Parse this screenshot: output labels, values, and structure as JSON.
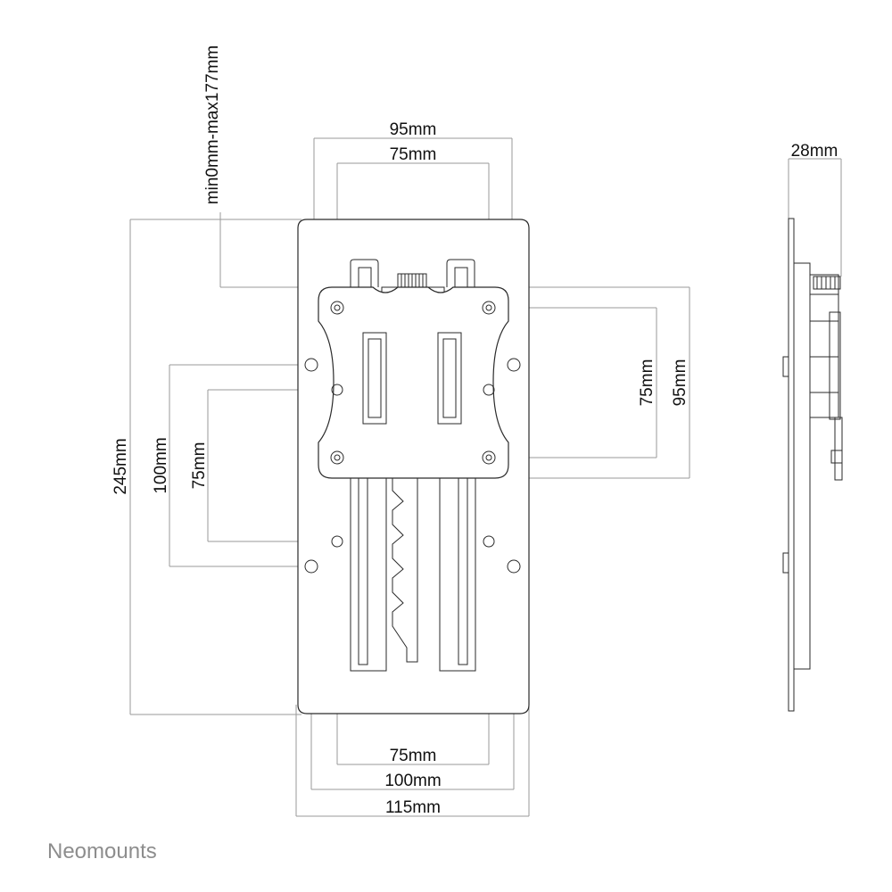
{
  "dimensions": {
    "top_outer": "95mm",
    "top_inner": "75mm",
    "slide_range": "min0mm-max177mm",
    "depth": "28mm",
    "right_inner": "75mm",
    "right_outer": "95mm",
    "total_height": "245mm",
    "left_outer": "100mm",
    "left_inner": "75mm",
    "bottom_inner": "75mm",
    "bottom_mid": "100mm",
    "bottom_outer": "115mm"
  },
  "brand": "Neomounts"
}
